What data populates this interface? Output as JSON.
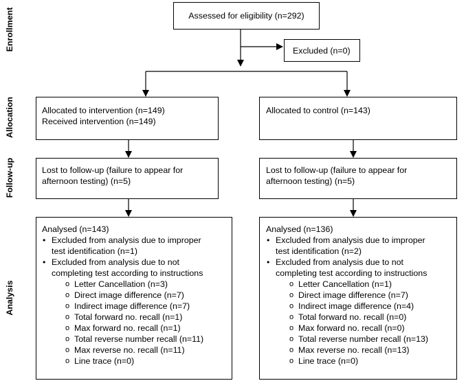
{
  "phases": {
    "enrollment": "Enrollment",
    "allocation": "Allocation",
    "followup": "Follow-up",
    "analysis": "Analysis"
  },
  "assessed": "Assessed for eligibility (n=292)",
  "excluded": "Excluded  (n=0)",
  "intervention": {
    "allocated": "Allocated to intervention (n=149)",
    "received": "Received intervention (n=149)",
    "lost_line1": "Lost to follow-up (failure to appear for",
    "lost_line2": "afternoon testing) (n=5)",
    "analysed": "Analysed  (n=143)",
    "excl1_line1": "Excluded from analysis due to improper",
    "excl1_line2": "test identification (n=1)",
    "excl2_line1": "Excluded from analysis due to not",
    "excl2_line2": "completing test according to instructions",
    "sub": [
      "Letter Cancellation (n=3)",
      "Direct image difference (n=7)",
      "Indirect image difference (n=7)",
      "Total forward no. recall (n=1)",
      "Max forward no. recall (n=1)",
      "Total reverse number recall (n=11)",
      "Max reverse no. recall (n=11)",
      "Line trace (n=0)"
    ]
  },
  "control": {
    "allocated": "Allocated to control (n=143)",
    "lost_line1": "Lost to follow-up (failure to appear for",
    "lost_line2": "afternoon testing) (n=5)",
    "analysed": "Analysed   (n=136)",
    "excl1_line1": "Excluded from analysis due to improper",
    "excl1_line2": "test identification (n=2)",
    "excl2_line1": "Excluded from analysis due to not",
    "excl2_line2": "completing test according to instructions",
    "sub": [
      "Letter Cancellation (n=1)",
      "Direct image difference (n=7)",
      "Indirect image difference (n=4)",
      "Total forward no. recall (n=0)",
      "Max forward no. recall (n=0)",
      "Total reverse number recall (n=13)",
      "Max reverse no. recall (n=13)",
      "Line trace (n=0)"
    ]
  }
}
